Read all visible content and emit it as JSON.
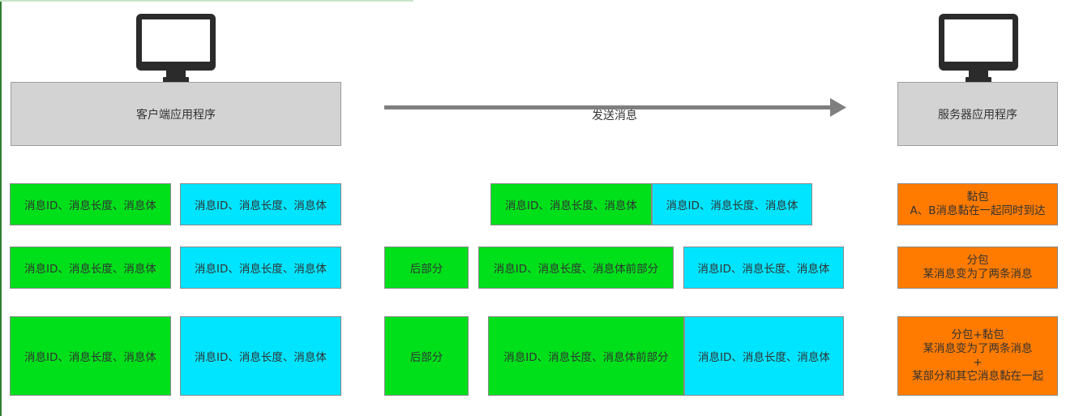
{
  "client": {
    "label": "客户端应用程序"
  },
  "server": {
    "label": "服务器应用程序"
  },
  "arrow": {
    "label": "发送消息"
  },
  "colors": {
    "green": "#00e01a",
    "cyan": "#00e5ff",
    "orange": "#ff7b00",
    "app_box": "#d3d3d3",
    "arrow": "#7f7f7f"
  },
  "packets": {
    "full": "消息ID、消息长度、消息体",
    "front_part": "消息ID、消息长度、消息体前部分",
    "back_part": "后部分"
  },
  "results": {
    "row1": {
      "title": "黏包",
      "desc": "A、B消息黏在一起同时到达"
    },
    "row2": {
      "title": "分包",
      "desc": "某消息变为了两条消息"
    },
    "row3": {
      "title": "分包+黏包",
      "line2": "某消息变为了两条消息",
      "line3": "+",
      "line4": "某部分和其它消息黏在一起"
    }
  }
}
